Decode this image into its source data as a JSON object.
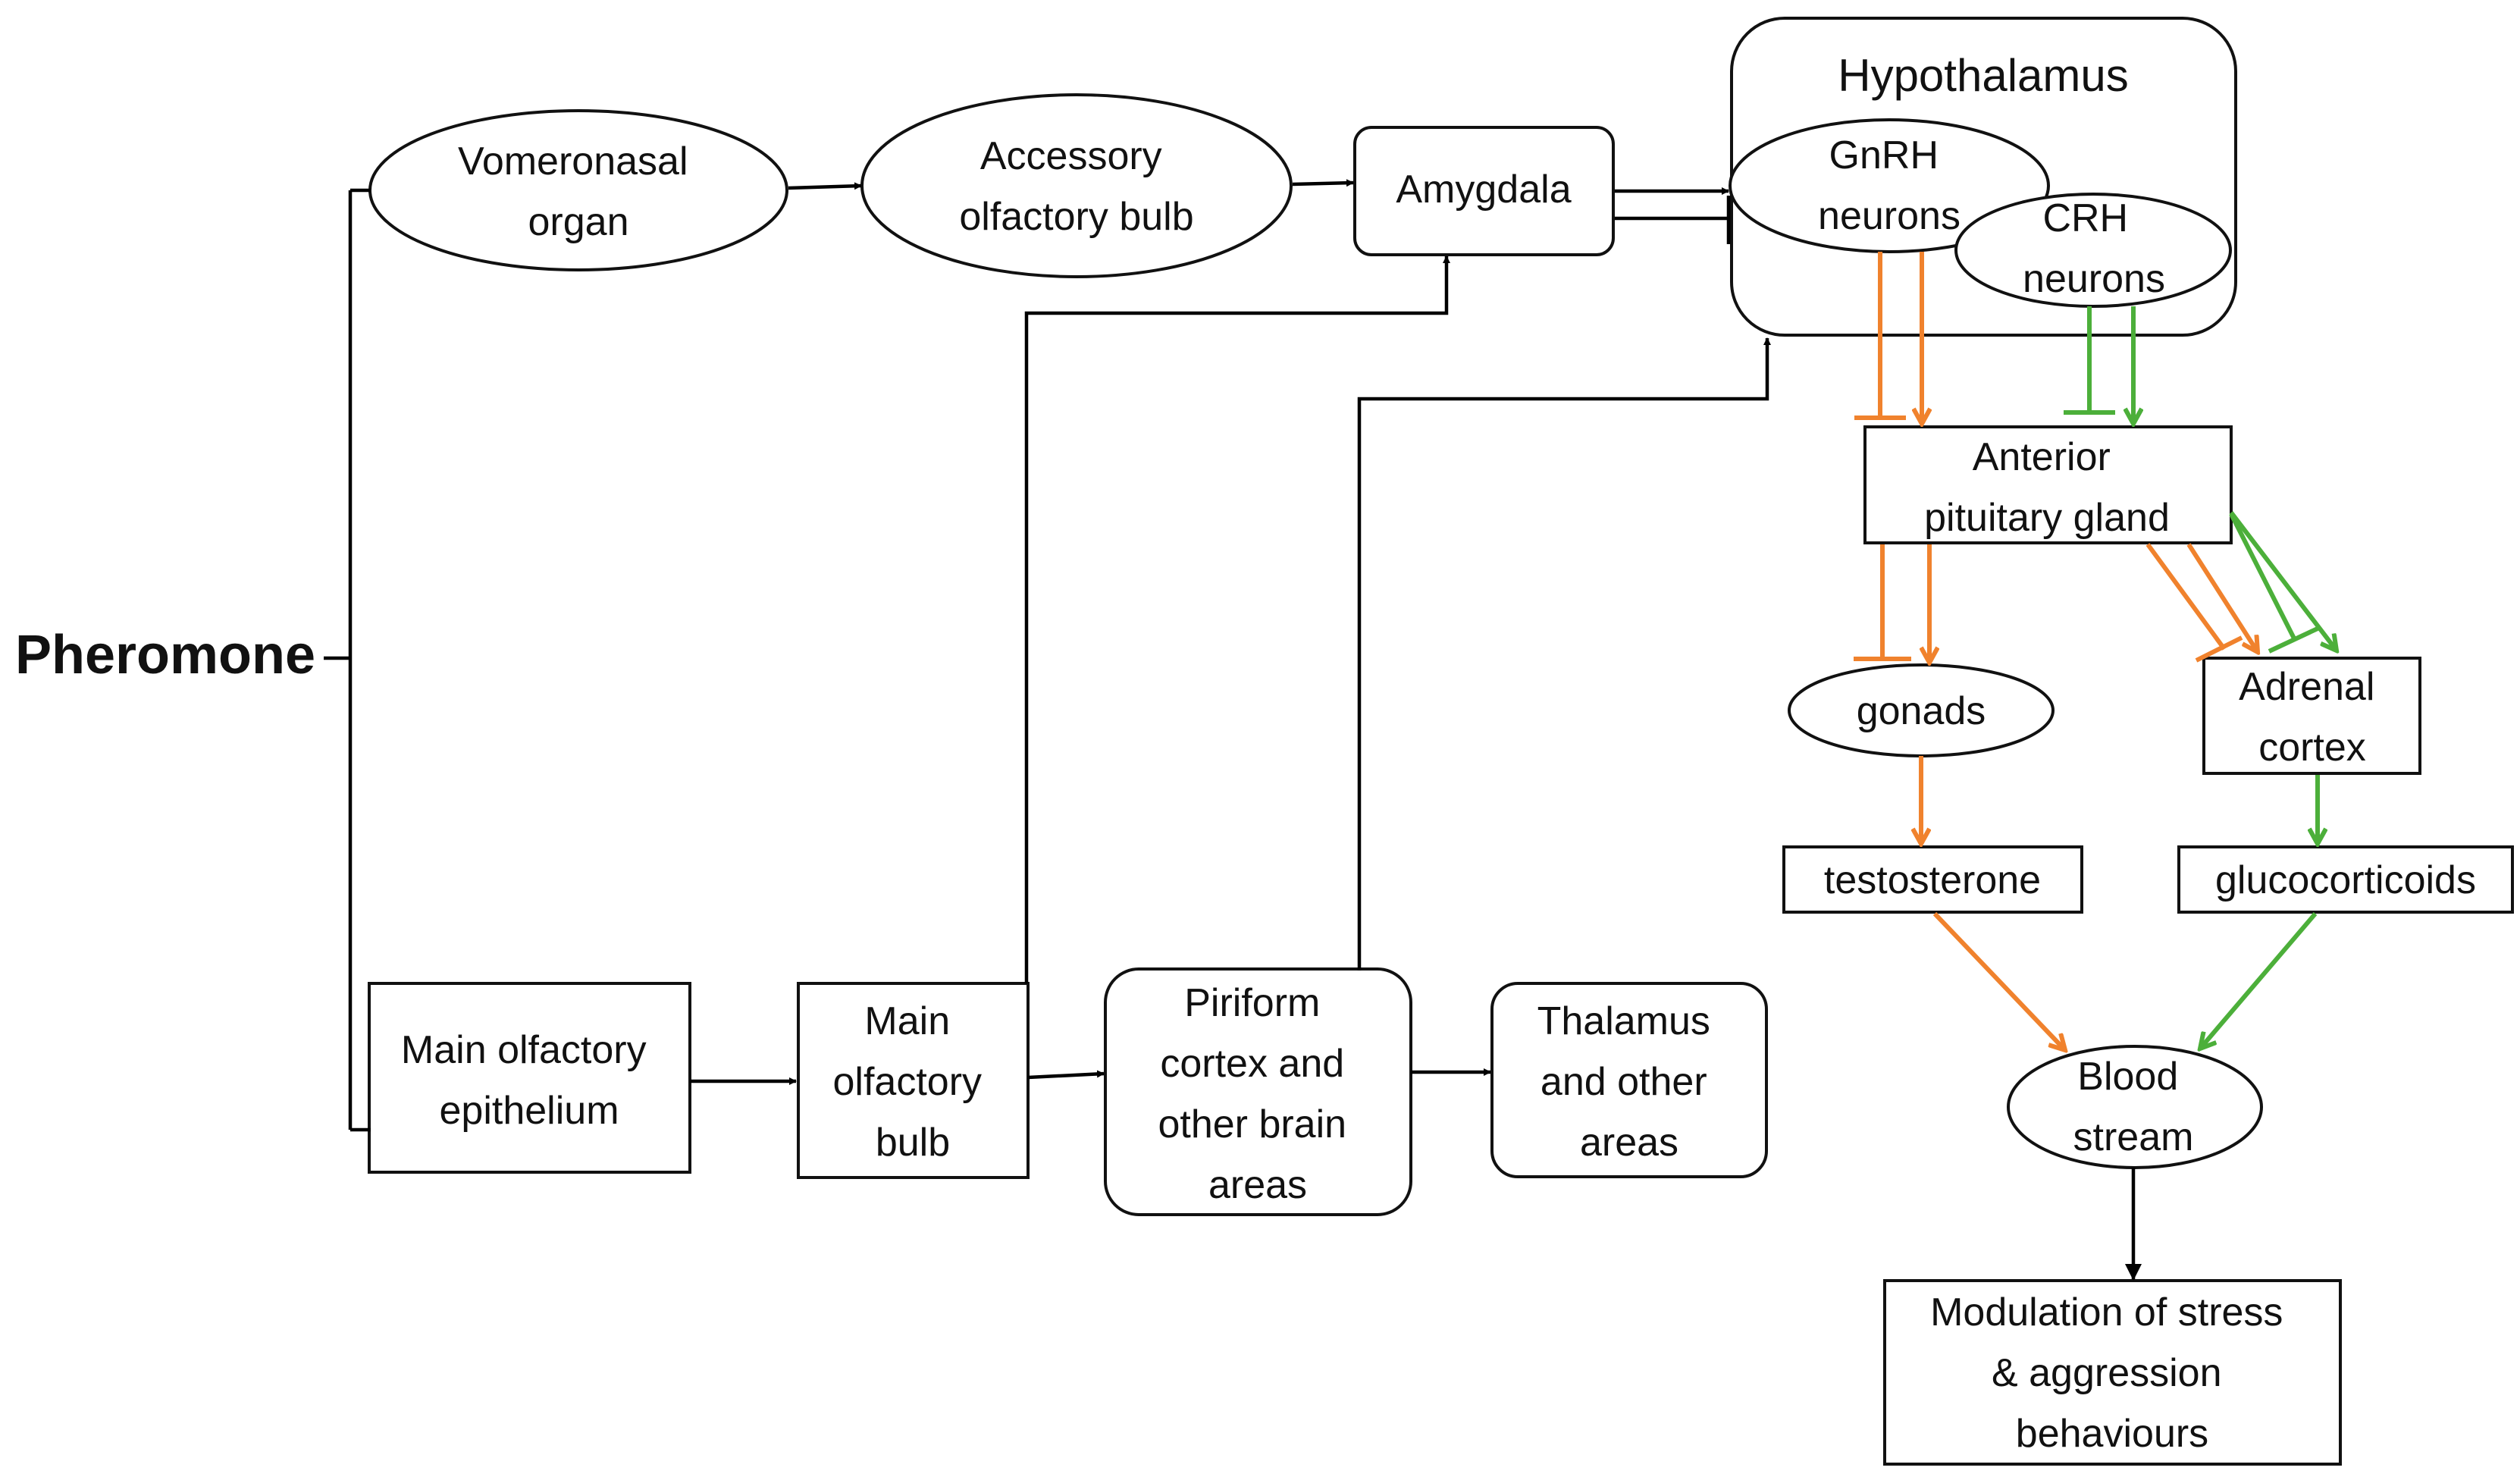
{
  "colors": {
    "gnrh_pathway": "#f0822d",
    "crh_pathway": "#4caf3a",
    "neutral": "#000000"
  },
  "nodes": {
    "pheromone": "Pheromone",
    "vomeronasal_organ": [
      "Vomeronasal",
      "organ"
    ],
    "accessory_olfactory_bulb": [
      "Accessory",
      "olfactory bulb"
    ],
    "amygdala": "Amygdala",
    "hypothalamus": "Hypothalamus",
    "gnrh_neurons": [
      "GnRH",
      "neurons"
    ],
    "crh_neurons": [
      "CRH",
      "neurons"
    ],
    "anterior_pituitary": [
      "Anterior",
      "pituitary gland"
    ],
    "gonads": "gonads",
    "adrenal_cortex": [
      "Adrenal",
      "cortex"
    ],
    "testosterone": "testosterone",
    "glucocorticoids": "glucocorticoids",
    "blood_stream": [
      "Blood",
      "stream"
    ],
    "modulation": [
      "Modulation of stress",
      "& aggression",
      "behaviours"
    ],
    "main_olfactory_epithelium": [
      "Main olfactory",
      "epithelium"
    ],
    "main_olfactory_bulb": [
      "Main",
      "olfactory",
      "bulb"
    ],
    "piriform_cortex": [
      "Piriform",
      "cortex and",
      "other brain",
      "areas"
    ],
    "thalamus": [
      "Thalamus",
      "and other",
      "areas"
    ]
  }
}
